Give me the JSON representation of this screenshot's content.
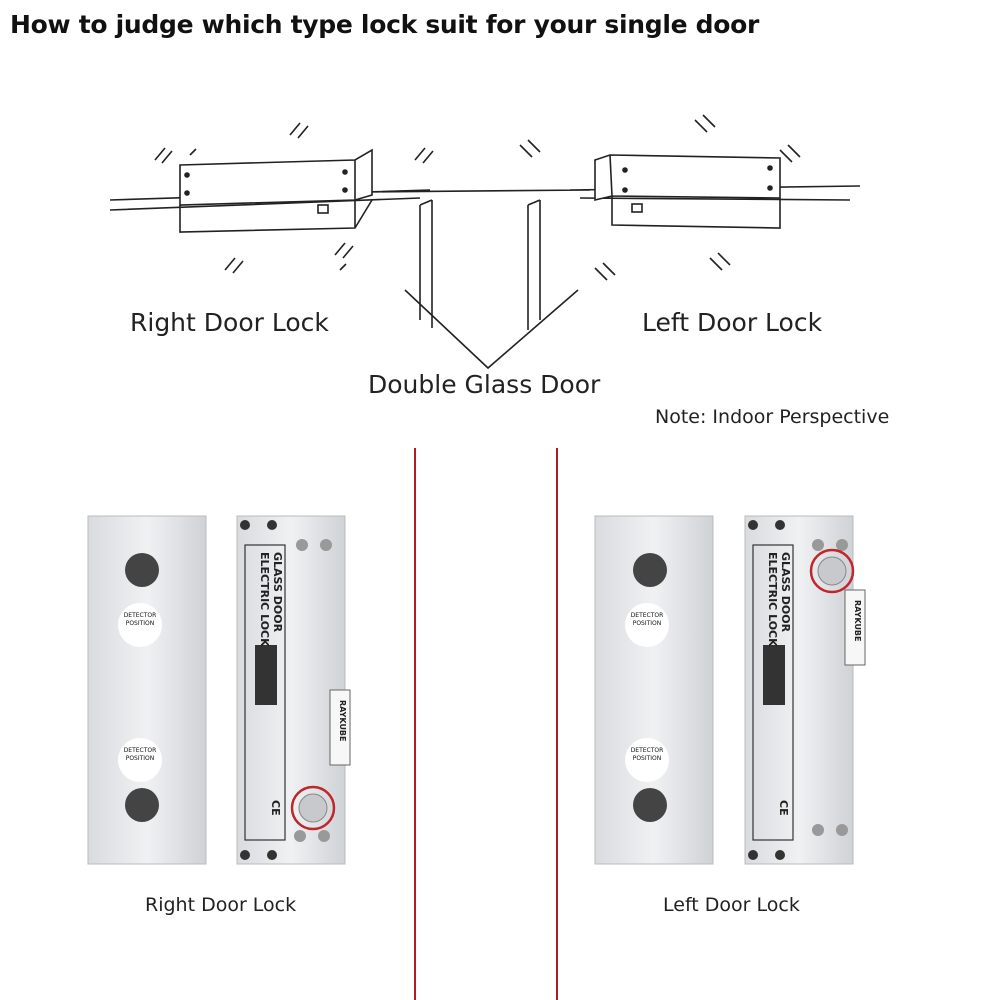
{
  "title": "How to judge which type lock suit for your single door",
  "diagram": {
    "right_label": "Right Door Lock",
    "left_label": "Left Door Lock",
    "center_label": "Double Glass Door",
    "note": "Note: Indoor Perspective"
  },
  "photos": {
    "right_caption": "Right Door Lock",
    "left_caption": "Left Door Lock",
    "detector_text": "DETECTOR POSITION",
    "product_line1": "GLASS DOOR",
    "product_line2": "ELECTRIC LOCK",
    "brand": "RAYKUBE",
    "ce_mark": "CE",
    "highlight_color": "#c0262d",
    "divider_color": "#b01e24"
  }
}
